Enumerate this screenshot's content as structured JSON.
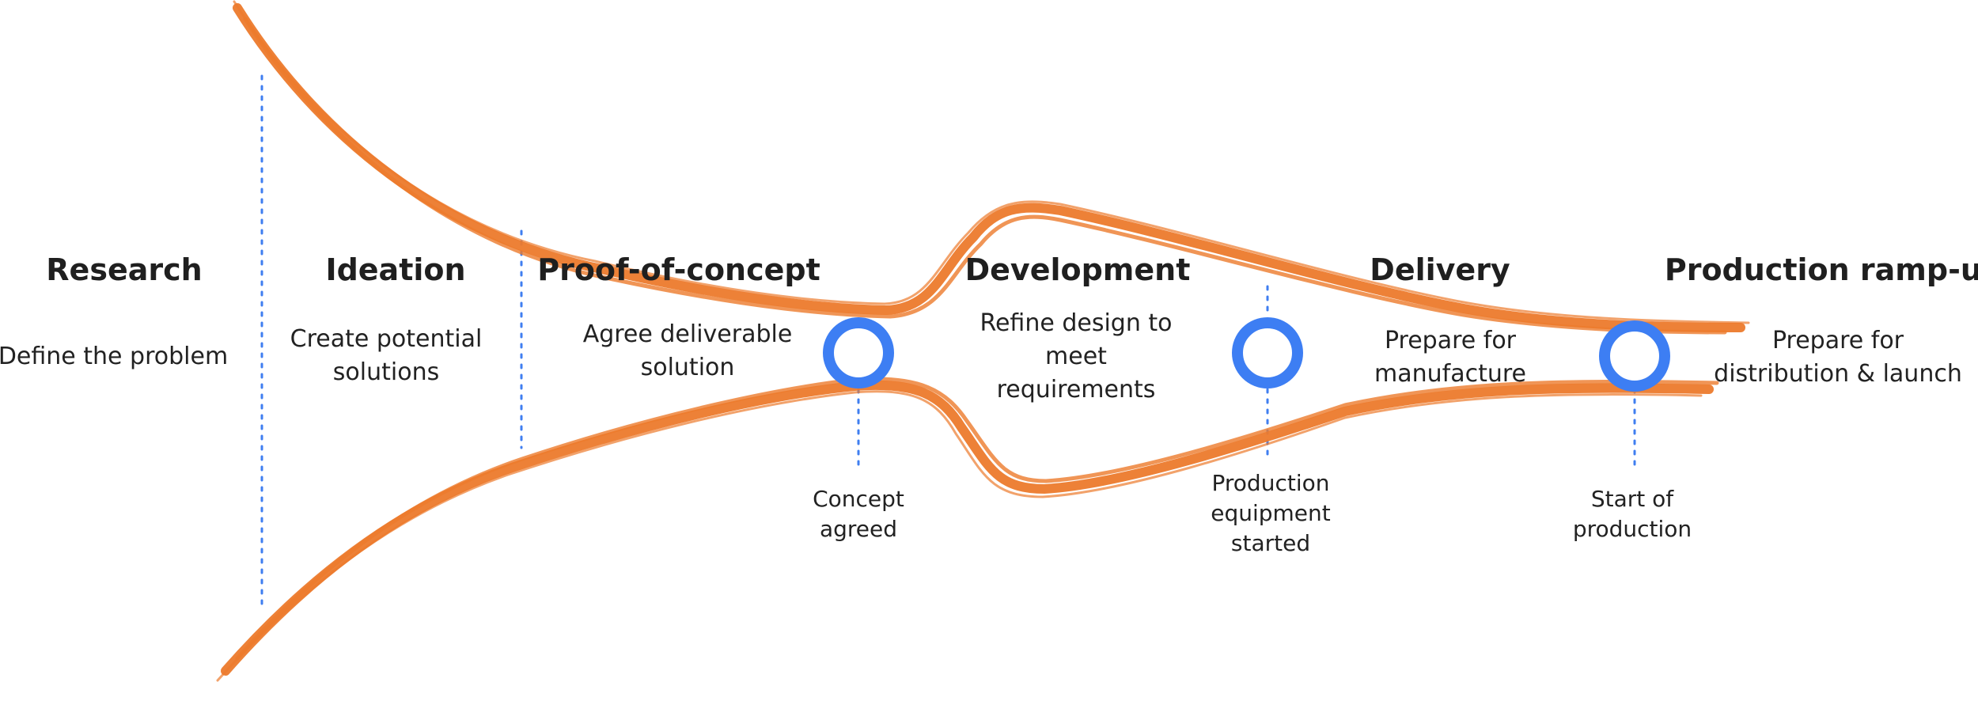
{
  "colors": {
    "funnel": "#ec7a2c",
    "milestone": "#3d7ef3",
    "divider": "#3f7ef0",
    "text": "#1f1f1f"
  },
  "phases": [
    {
      "title": "Research",
      "desc": [
        "Define the problem"
      ]
    },
    {
      "title": "Ideation",
      "desc": [
        "Create potential",
        "solutions"
      ]
    },
    {
      "title": "Proof-of-concept",
      "desc": [
        "Agree deliverable",
        "solution"
      ]
    },
    {
      "title": "Development",
      "desc": [
        "Refine design to",
        "meet",
        "requirements"
      ]
    },
    {
      "title": "Delivery",
      "desc": [
        "Prepare for",
        "manufacture"
      ]
    },
    {
      "title": "Production ramp-up",
      "desc": [
        "Prepare for",
        "distribution & launch"
      ]
    }
  ],
  "milestones": [
    {
      "label": [
        "Concept",
        "agreed"
      ]
    },
    {
      "label": [
        "Production",
        "equipment",
        "started"
      ]
    },
    {
      "label": [
        "Start of",
        "production"
      ]
    }
  ]
}
